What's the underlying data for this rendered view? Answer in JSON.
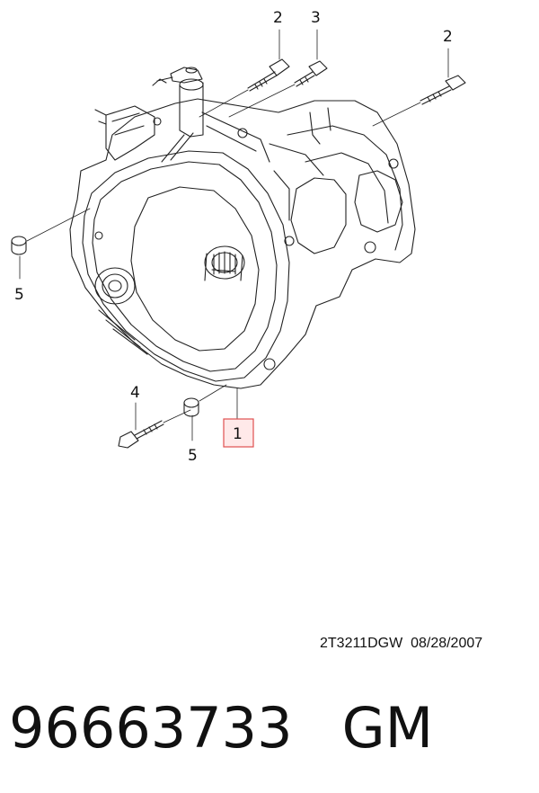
{
  "diagram": {
    "callouts": {
      "bolt_top_left": "2",
      "bolt_top_mid": "3",
      "bolt_right": "2",
      "bolt_bottom": "4",
      "dowel_left": "5",
      "dowel_bottom": "5",
      "transmission": "1"
    },
    "colors": {
      "line": "#222222",
      "highlight_border": "#e05050",
      "highlight_fill": "#ffe9e9"
    }
  },
  "drawing_code": "2T3211DGW  08/28/2007",
  "footer": {
    "part_number": "96663733",
    "manufacturer": "GM"
  }
}
